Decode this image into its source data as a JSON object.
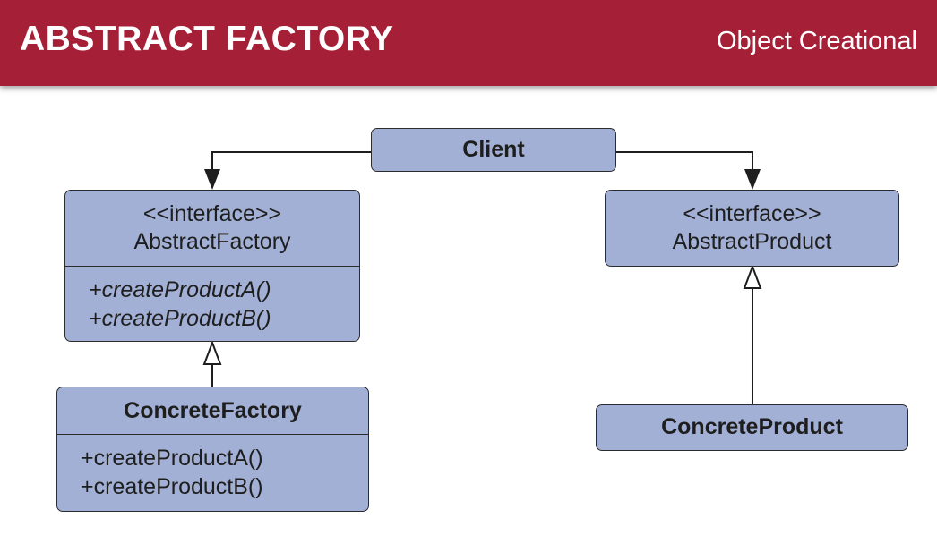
{
  "header": {
    "title": "ABSTRACT FACTORY",
    "subtitle": "Object Creational"
  },
  "diagram": {
    "client": {
      "name": "Client"
    },
    "abstract_factory": {
      "stereotype": "<<interface>>",
      "name": "AbstractFactory",
      "operations": [
        "+createProductA()",
        "+createProductB()"
      ]
    },
    "concrete_factory": {
      "name": "ConcreteFactory",
      "operations": [
        "+createProductA()",
        "+createProductB()"
      ]
    },
    "abstract_product": {
      "stereotype": "<<interface>>",
      "name": "AbstractProduct"
    },
    "concrete_product": {
      "name": "ConcreteProduct"
    },
    "colors": {
      "header": "#a51f37",
      "box_fill": "#a3b0d6",
      "stroke": "#2c2c2c"
    }
  }
}
